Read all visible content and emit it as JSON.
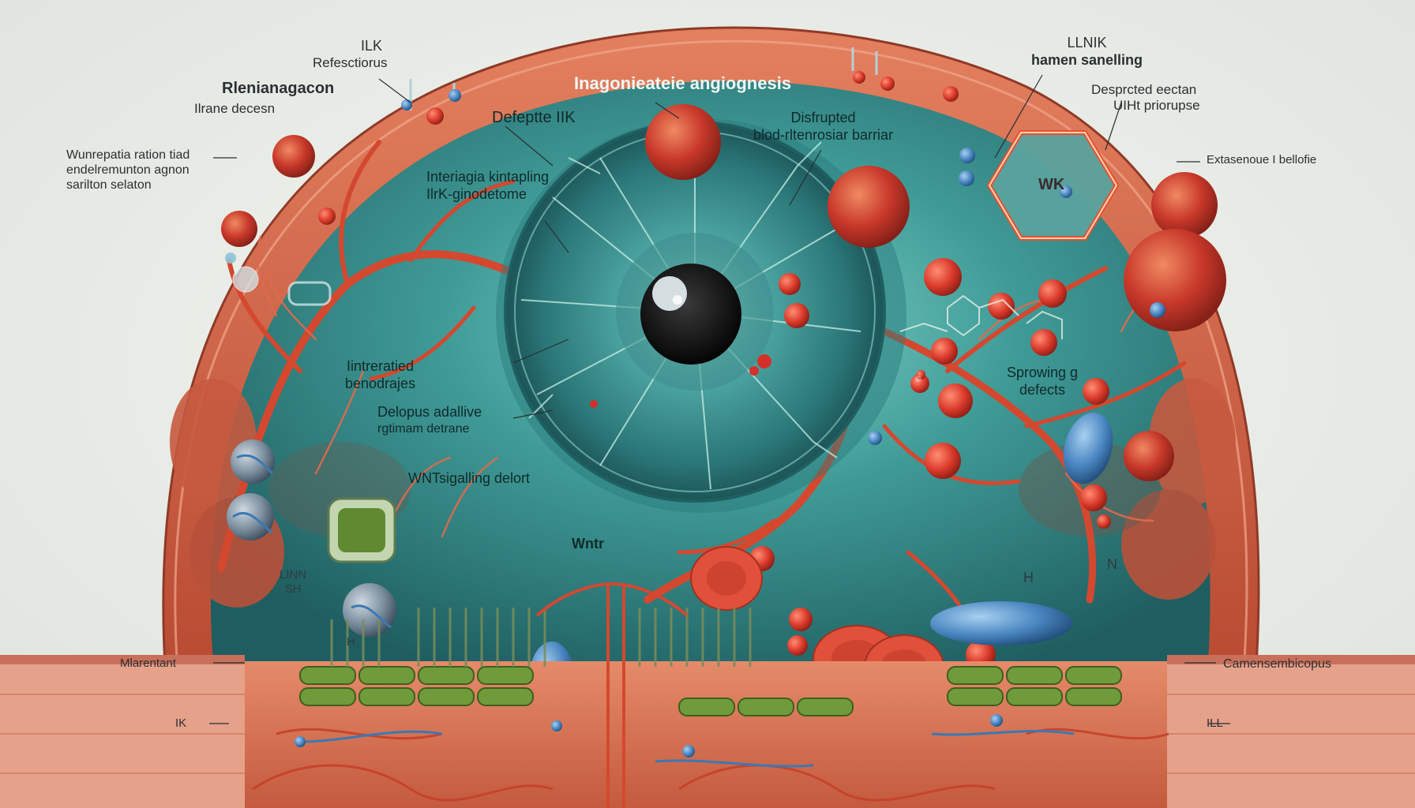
{
  "labels": {
    "ilk_top": "ILK",
    "refesctiorus": "Refesctiorus",
    "rlenianagacon": "Rlenianagacon",
    "ilrane_decesn": "Ilrane decesn",
    "wunrepatia": [
      "Wunrepatia ration tiad",
      "endelremunton agnon",
      "sarilton selaton"
    ],
    "title": "Inagonieateie angiognesis",
    "defeptte": "Defeptte IIK",
    "disfrupted": [
      "Disfrupted",
      "blod-rltenrosiar barriar"
    ],
    "interiagia": [
      "Interiagia kintapling",
      "IlrK-ginodetome"
    ],
    "link": [
      "LLNIK",
      "hamen sanelling"
    ],
    "desprcted": [
      "Desprcted eectan",
      "UIHt priorupse"
    ],
    "extasenoue": "Extasenoue I bellofie",
    "wk_badge": "WK",
    "lintreratied": [
      "Iintreratied",
      "benodrajes"
    ],
    "delopus": [
      "Delopus adallive",
      "rgtimam detrane"
    ],
    "wnt_signaling": "WNTsigalling delort",
    "sprowing": [
      "Sprowing g",
      "defects"
    ],
    "wntr": "Wntr",
    "mlarentant": "Mlarentant",
    "camensembicopus": "Camensembicopus",
    "ilk_bottom_left": "IK",
    "ilk_bottom_right": "ILL",
    "inset_left": [
      "LINN",
      "SH"
    ],
    "small_h": "H",
    "inset_right_h": "H",
    "inset_right_n": "N"
  },
  "colors": {
    "background": "#e9ece6",
    "inner_teal": "#2f8f8a",
    "vessel_red": "#d4482f",
    "cell_red": "#c8382a",
    "tissue_orange": "#d86a4c",
    "iris_teal": "#3aa3a0",
    "cell_green": "#6f9b3a",
    "channel_blue": "#4a86c1",
    "badge_orange": "#e5512e"
  },
  "icons": {
    "wk_badge": "hexagon-badge-icon",
    "molecule": "molecule-structure-icon",
    "cell": "red-cell-icon"
  }
}
